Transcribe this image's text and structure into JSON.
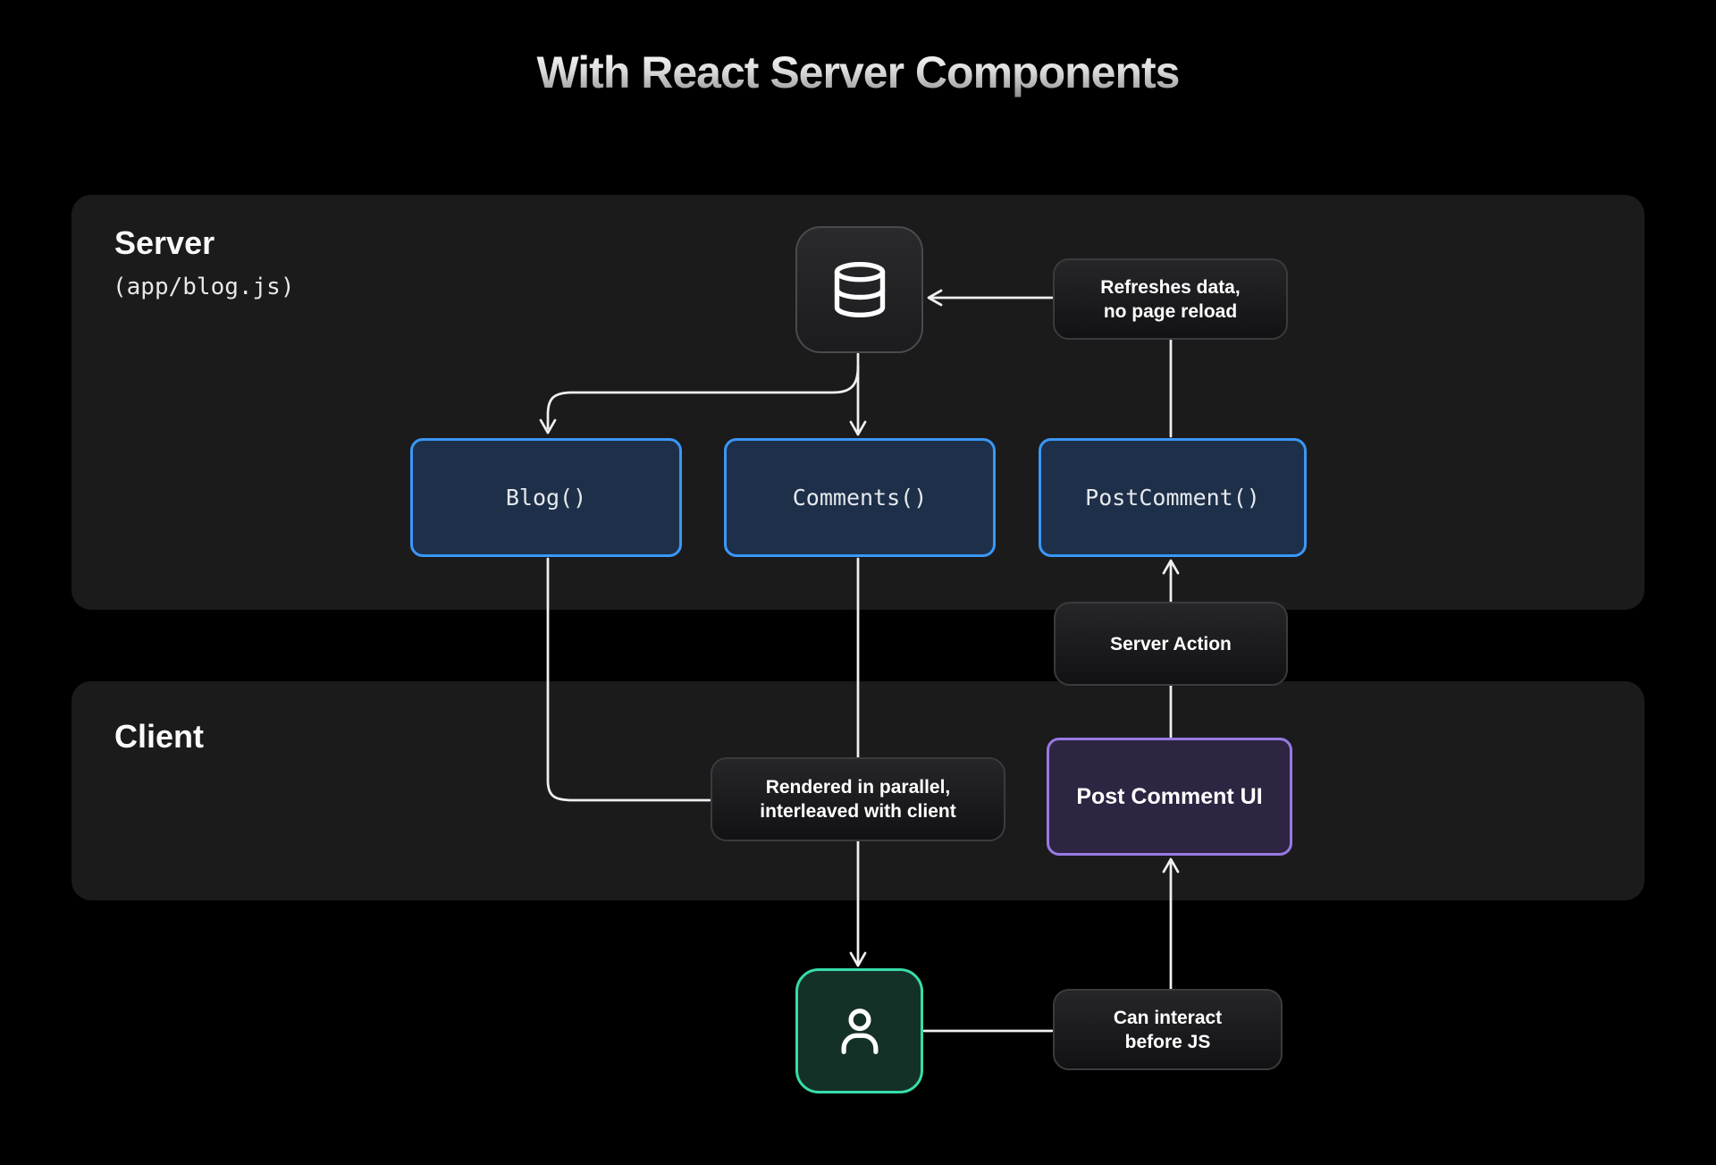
{
  "title": "With React Server Components",
  "panels": {
    "server": {
      "label": "Server",
      "path": "(app/blog.js)"
    },
    "client": {
      "label": "Client"
    }
  },
  "nodes": {
    "database": {
      "icon": "database-icon"
    },
    "blog": {
      "label": "Blog()"
    },
    "comments": {
      "label": "Comments()"
    },
    "post_comment": {
      "label": "PostComment()"
    },
    "post_comment_ui": {
      "label": "Post Comment UI"
    },
    "user": {
      "icon": "user-icon"
    }
  },
  "annotations": {
    "refreshes_data": {
      "text": "Refreshes data,\nno page reload"
    },
    "server_action": {
      "text": "Server Action"
    },
    "rendered_parallel": {
      "text": "Rendered in parallel,\ninterleaved with client"
    },
    "can_interact": {
      "text": "Can interact\nbefore JS"
    }
  },
  "colors": {
    "page_bg": "#000000",
    "panel_bg": "#1b1b1c",
    "server_component_border": "#3b97f7",
    "server_component_fill": "#1e3049",
    "client_component_border": "#9879e2",
    "client_component_fill": "#2d2542",
    "user_border": "#38dcaa",
    "user_fill": "#143128",
    "connector": "#f0f0f0"
  }
}
